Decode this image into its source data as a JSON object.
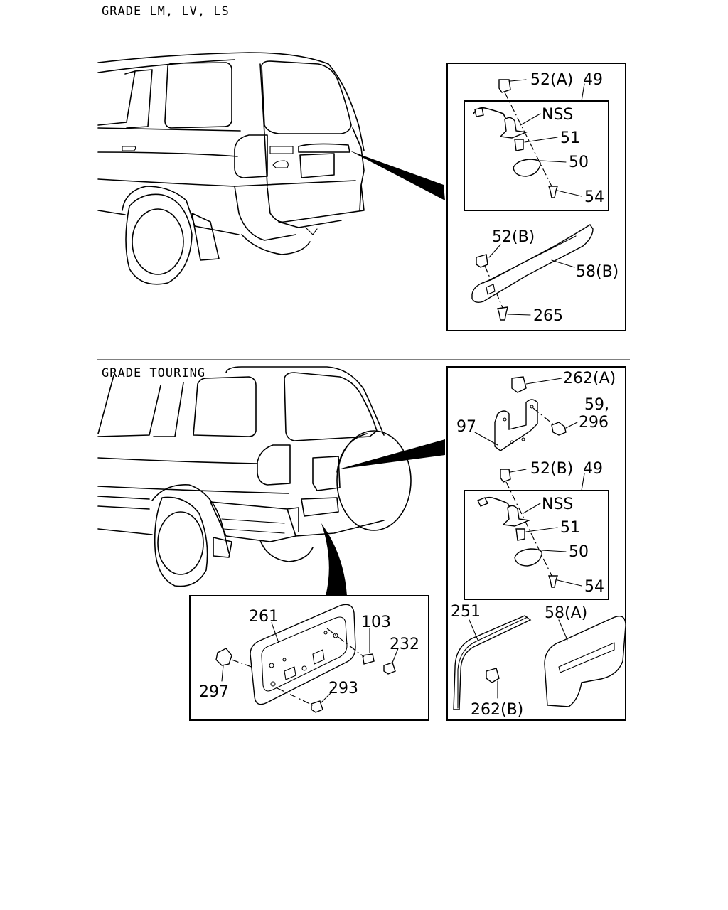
{
  "headings": {
    "grade_upper": "GRADE LM, LV, LS",
    "grade_lower": "GRADE TOURING"
  },
  "callouts_upper": {
    "p52a": "52(A)",
    "p49": "49",
    "nss": "NSS",
    "p51": "51",
    "p50": "50",
    "p54": "54",
    "p52b": "52(B)",
    "p58b": "58(B)",
    "p265": "265"
  },
  "callouts_lower_right": {
    "p262a": "262(A)",
    "p59": "59,",
    "p296": "296",
    "p97": "97",
    "p52b": "52(B)",
    "p49": "49",
    "nss": "NSS",
    "p51": "51",
    "p50": "50",
    "p54": "54",
    "p251": "251",
    "p58a": "58(A)",
    "p262b": "262(B)"
  },
  "callouts_plate": {
    "p261": "261",
    "p103": "103",
    "p232": "232",
    "p297": "297",
    "p293": "293"
  }
}
